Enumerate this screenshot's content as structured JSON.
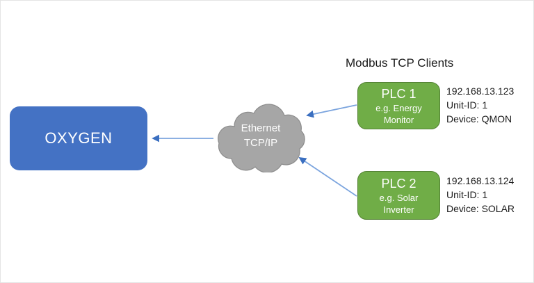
{
  "diagram": {
    "title": "Modbus TCP Clients",
    "oxygen": {
      "label": "OXYGEN",
      "color": "#4472C4"
    },
    "network": {
      "name": "network-cloud",
      "line1": "Ethernet",
      "line2": "TCP/IP",
      "color": "#A6A6A6"
    },
    "arrow_color": "#4472C4",
    "clients": [
      {
        "name": "PLC 1",
        "description_line1": "e.g. Energy",
        "description_line2": "Monitor",
        "color": "#70AD47",
        "ip": "192.168.13.123",
        "unit_id": "Unit-ID: 1",
        "device": "Device: QMON"
      },
      {
        "name": "PLC 2",
        "description_line1": "e.g. Solar",
        "description_line2": "Inverter",
        "color": "#70AD47",
        "ip": "192.168.13.124",
        "unit_id": "Unit-ID: 1",
        "device": "Device: SOLAR"
      }
    ]
  }
}
